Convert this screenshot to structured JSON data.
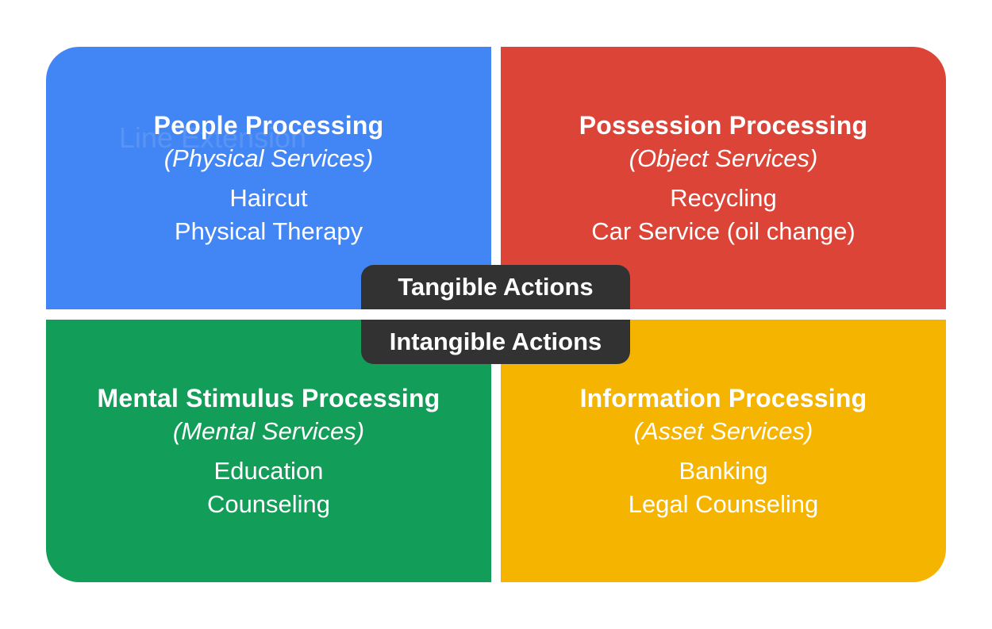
{
  "colors": {
    "people": "#4285f4",
    "possession": "#db4437",
    "mental": "#129d58",
    "information": "#f4b400",
    "pill": "#323232"
  },
  "quadrants": {
    "people": {
      "title": "People Processing",
      "subtitle": "(Physical Services)",
      "examples": [
        "Haircut",
        "Physical Therapy"
      ],
      "watermark": "Line Extension"
    },
    "possession": {
      "title": "Possession Processing",
      "subtitle": "(Object Services)",
      "examples": [
        "Recycling",
        "Car Service (oil change)"
      ]
    },
    "mental": {
      "title": "Mental Stimulus Processing",
      "subtitle": "(Mental Services)",
      "examples": [
        "Education",
        "Counseling"
      ]
    },
    "information": {
      "title": "Information Processing",
      "subtitle": "(Asset Services)",
      "examples": [
        "Banking",
        "Legal Counseling"
      ]
    }
  },
  "axis": {
    "top_label": "Tangible Actions",
    "bottom_label": "Intangible Actions"
  }
}
